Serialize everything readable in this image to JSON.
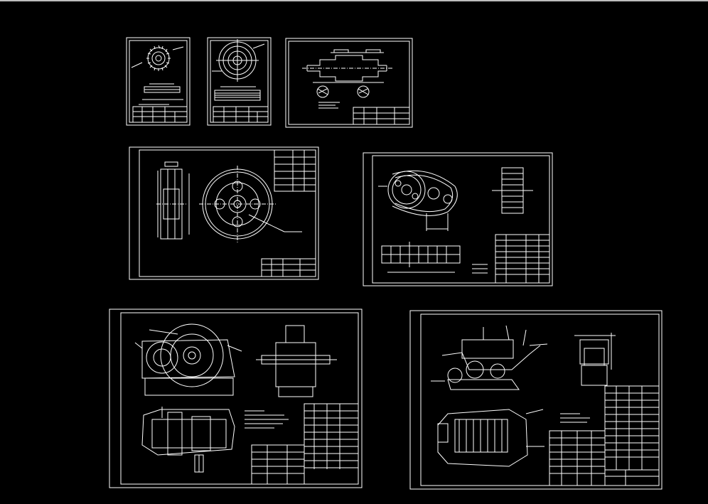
{
  "app": {
    "viewport_background": "#000000",
    "line_color": "#ffffff"
  },
  "sheets": [
    {
      "id": "sheet-sprocket-small",
      "kind": "sprocket-detail"
    },
    {
      "id": "sheet-gear-disc",
      "kind": "gear-detail"
    },
    {
      "id": "sheet-shaft",
      "kind": "shaft-detail"
    },
    {
      "id": "sheet-large-gear",
      "kind": "large-gear-detail"
    },
    {
      "id": "sheet-chain-drive",
      "kind": "chain-drive-assembly"
    },
    {
      "id": "sheet-reducer",
      "kind": "gear-reducer-assembly"
    },
    {
      "id": "sheet-machine",
      "kind": "machine-general-assembly"
    }
  ]
}
